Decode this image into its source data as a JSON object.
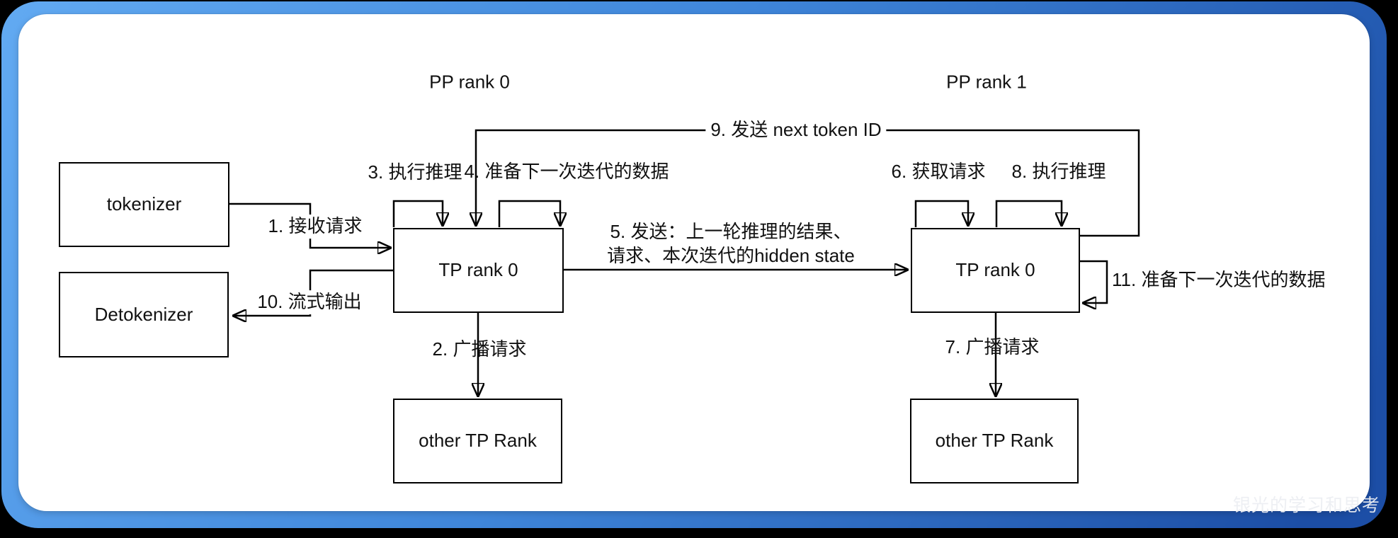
{
  "frame": {
    "gradient_top_left": "#62aaf2",
    "gradient_middle": "#3f86da",
    "gradient_bottom_right": "#1c4ea6",
    "card_background": "#ffffff",
    "line_color": "#000000",
    "watermark": "银光的学习和思考"
  },
  "headings": {
    "pp_rank_0": "PP rank 0",
    "pp_rank_1": "PP rank 1"
  },
  "boxes": {
    "tokenizer": "tokenizer",
    "detokenizer": "Detokenizer",
    "tp_rank0_pp0": "TP rank 0",
    "tp_rank0_pp1": "TP rank 0",
    "other_tp_pp0": "other TP Rank",
    "other_tp_pp1": "other TP Rank"
  },
  "steps": {
    "s1": "1. 接收请求",
    "s2": "2. 广播请求",
    "s3": "3. 执行推理",
    "s4": "4. 准备下一次迭代的数据",
    "s5_line1": "5. 发送：上一轮推理的结果、",
    "s5_line2": "请求、本次迭代的hidden state",
    "s6": "6. 获取请求",
    "s7": "7. 广播请求",
    "s8": "8. 执行推理",
    "s9": "9. 发送 next token ID",
    "s10": "10. 流式输出",
    "s11": "11. 准备下一次迭代的数据"
  }
}
